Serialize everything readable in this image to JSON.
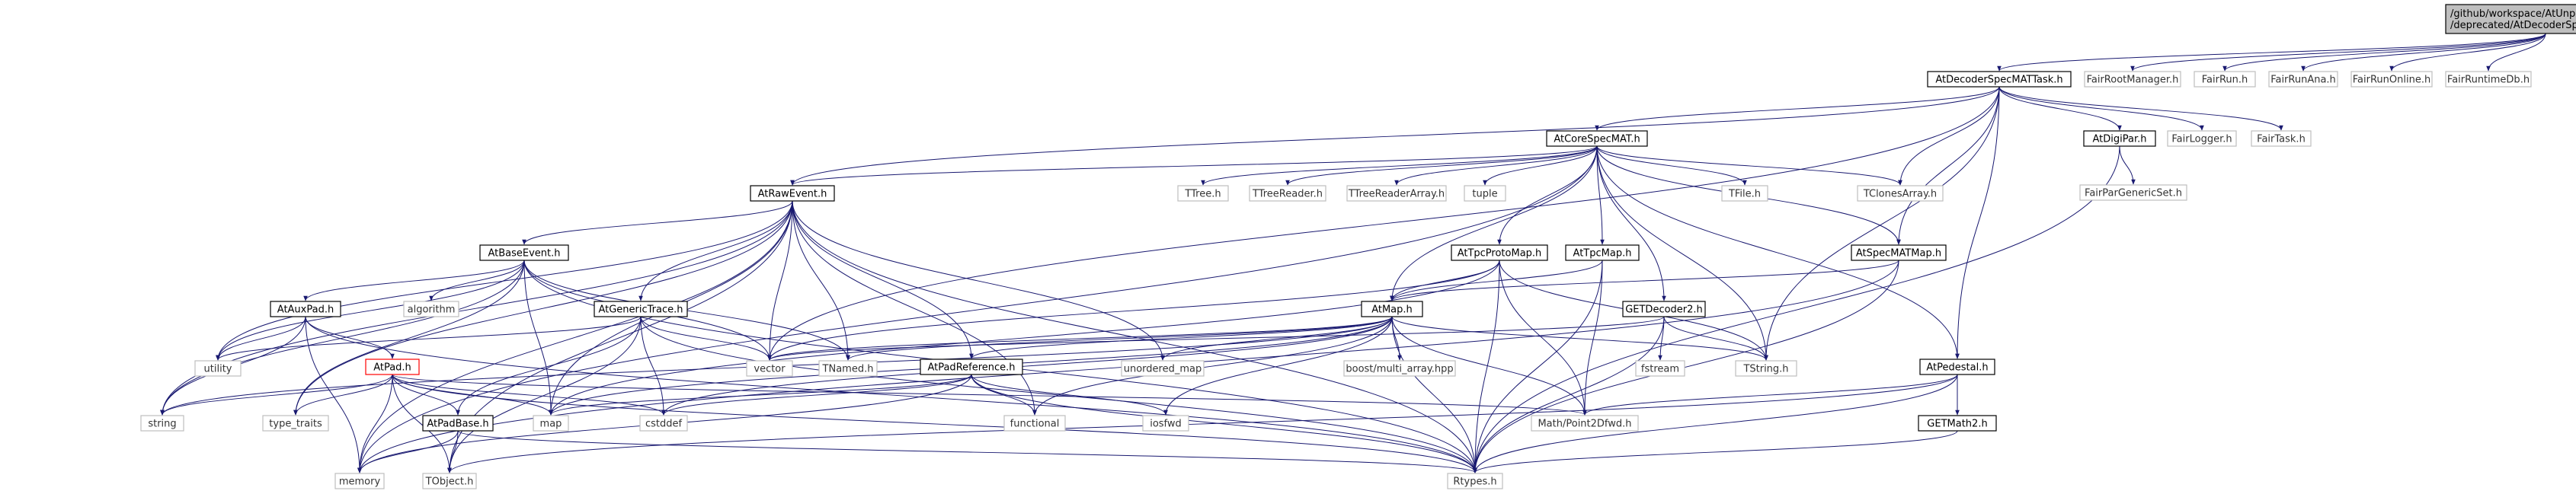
{
  "nodes": [
    {
      "id": "root",
      "lines": [
        "/github/workspace/AtUnpack",
        "/deprecated/AtDecoderSpecMATTask.cxx"
      ],
      "style": "root"
    },
    {
      "id": "decoder",
      "lines": [
        "AtDecoderSpecMATTask.h"
      ],
      "style": "boxed"
    },
    {
      "id": "fairrootmanager",
      "lines": [
        "FairRootManager.h"
      ],
      "style": "plain"
    },
    {
      "id": "fairrun",
      "lines": [
        "FairRun.h"
      ],
      "style": "plain"
    },
    {
      "id": "fairrunana",
      "lines": [
        "FairRunAna.h"
      ],
      "style": "plain"
    },
    {
      "id": "fairrunonline",
      "lines": [
        "FairRunOnline.h"
      ],
      "style": "plain"
    },
    {
      "id": "fairruntimedb",
      "lines": [
        "FairRuntimeDb.h"
      ],
      "style": "plain"
    },
    {
      "id": "corespecmat",
      "lines": [
        "AtCoreSpecMAT.h"
      ],
      "style": "boxed"
    },
    {
      "id": "digipar",
      "lines": [
        "AtDigiPar.h"
      ],
      "style": "boxed"
    },
    {
      "id": "fairlogger",
      "lines": [
        "FairLogger.h"
      ],
      "style": "plain"
    },
    {
      "id": "fairtask",
      "lines": [
        "FairTask.h"
      ],
      "style": "plain"
    },
    {
      "id": "fairpargenericset",
      "lines": [
        "FairParGenericSet.h"
      ],
      "style": "plain"
    },
    {
      "id": "rawevent",
      "lines": [
        "AtRawEvent.h"
      ],
      "style": "boxed"
    },
    {
      "id": "ttree",
      "lines": [
        "TTree.h"
      ],
      "style": "plain"
    },
    {
      "id": "ttreereader",
      "lines": [
        "TTreeReader.h"
      ],
      "style": "plain"
    },
    {
      "id": "ttreereaderarray",
      "lines": [
        "TTreeReaderArray.h"
      ],
      "style": "plain"
    },
    {
      "id": "tuple",
      "lines": [
        "tuple"
      ],
      "style": "plain"
    },
    {
      "id": "tfile",
      "lines": [
        "TFile.h"
      ],
      "style": "plain"
    },
    {
      "id": "tclonesarray",
      "lines": [
        "TClonesArray.h"
      ],
      "style": "plain"
    },
    {
      "id": "baseevent",
      "lines": [
        "AtBaseEvent.h"
      ],
      "style": "boxed"
    },
    {
      "id": "tpcprotomap",
      "lines": [
        "AtTpcProtoMap.h"
      ],
      "style": "boxed"
    },
    {
      "id": "tpcmap",
      "lines": [
        "AtTpcMap.h"
      ],
      "style": "boxed"
    },
    {
      "id": "specmatmap",
      "lines": [
        "AtSpecMATMap.h"
      ],
      "style": "boxed"
    },
    {
      "id": "auxpad",
      "lines": [
        "AtAuxPad.h"
      ],
      "style": "boxed"
    },
    {
      "id": "algorithm",
      "lines": [
        "algorithm"
      ],
      "style": "plain"
    },
    {
      "id": "generictrace",
      "lines": [
        "AtGenericTrace.h"
      ],
      "style": "boxed"
    },
    {
      "id": "atmap",
      "lines": [
        "AtMap.h"
      ],
      "style": "boxed"
    },
    {
      "id": "getdecoder2",
      "lines": [
        "GETDecoder2.h"
      ],
      "style": "boxed"
    },
    {
      "id": "atpad",
      "lines": [
        "AtPad.h"
      ],
      "style": "red"
    },
    {
      "id": "utility",
      "lines": [
        "utility"
      ],
      "style": "plain"
    },
    {
      "id": "vector",
      "lines": [
        "vector"
      ],
      "style": "plain"
    },
    {
      "id": "tnamed",
      "lines": [
        "TNamed.h"
      ],
      "style": "plain"
    },
    {
      "id": "unorderedmap",
      "lines": [
        "unordered_map"
      ],
      "style": "plain"
    },
    {
      "id": "boostmultiarray",
      "lines": [
        "boost/multi_array.hpp"
      ],
      "style": "plain"
    },
    {
      "id": "fstream",
      "lines": [
        "fstream"
      ],
      "style": "plain"
    },
    {
      "id": "tstring",
      "lines": [
        "TString.h"
      ],
      "style": "plain"
    },
    {
      "id": "padreference",
      "lines": [
        "AtPadReference.h"
      ],
      "style": "boxed"
    },
    {
      "id": "pedestal",
      "lines": [
        "AtPedestal.h"
      ],
      "style": "boxed"
    },
    {
      "id": "string",
      "lines": [
        "string"
      ],
      "style": "plain"
    },
    {
      "id": "typetraits",
      "lines": [
        "type_traits"
      ],
      "style": "plain"
    },
    {
      "id": "map",
      "lines": [
        "map"
      ],
      "style": "plain"
    },
    {
      "id": "cstddef",
      "lines": [
        "cstddef"
      ],
      "style": "plain"
    },
    {
      "id": "padbase",
      "lines": [
        "AtPadBase.h"
      ],
      "style": "boxed"
    },
    {
      "id": "functional",
      "lines": [
        "functional"
      ],
      "style": "plain"
    },
    {
      "id": "iosfwd",
      "lines": [
        "iosfwd"
      ],
      "style": "plain"
    },
    {
      "id": "point2dfwd",
      "lines": [
        "Math/Point2Dfwd.h"
      ],
      "style": "plain"
    },
    {
      "id": "getmath2",
      "lines": [
        "GETMath2.h"
      ],
      "style": "boxed"
    },
    {
      "id": "memory",
      "lines": [
        "memory"
      ],
      "style": "plain"
    },
    {
      "id": "tobject",
      "lines": [
        "TObject.h"
      ],
      "style": "plain"
    },
    {
      "id": "rtypes",
      "lines": [
        "Rtypes.h"
      ],
      "style": "plain"
    }
  ],
  "edges": [
    [
      "root",
      "decoder"
    ],
    [
      "root",
      "fairrootmanager"
    ],
    [
      "root",
      "fairrun"
    ],
    [
      "root",
      "fairrunana"
    ],
    [
      "root",
      "fairrunonline"
    ],
    [
      "root",
      "fairruntimedb"
    ],
    [
      "decoder",
      "corespecmat"
    ],
    [
      "decoder",
      "digipar"
    ],
    [
      "decoder",
      "fairlogger"
    ],
    [
      "decoder",
      "fairtask"
    ],
    [
      "decoder",
      "rawevent"
    ],
    [
      "decoder",
      "tclonesarray"
    ],
    [
      "decoder",
      "specmatmap"
    ],
    [
      "decoder",
      "pedestal"
    ],
    [
      "decoder",
      "tstring"
    ],
    [
      "decoder",
      "vector"
    ],
    [
      "digipar",
      "fairpargenericset"
    ],
    [
      "digipar",
      "rtypes"
    ],
    [
      "corespecmat",
      "rawevent"
    ],
    [
      "corespecmat",
      "ttree"
    ],
    [
      "corespecmat",
      "ttreereader"
    ],
    [
      "corespecmat",
      "ttreereaderarray"
    ],
    [
      "corespecmat",
      "tuple"
    ],
    [
      "corespecmat",
      "tfile"
    ],
    [
      "corespecmat",
      "tclonesarray"
    ],
    [
      "corespecmat",
      "tpcprotomap"
    ],
    [
      "corespecmat",
      "tpcmap"
    ],
    [
      "corespecmat",
      "specmatmap"
    ],
    [
      "corespecmat",
      "getdecoder2"
    ],
    [
      "corespecmat",
      "pedestal"
    ],
    [
      "corespecmat",
      "tstring"
    ],
    [
      "corespecmat",
      "atmap"
    ],
    [
      "corespecmat",
      "memory"
    ],
    [
      "rawevent",
      "baseevent"
    ],
    [
      "rawevent",
      "generictrace"
    ],
    [
      "rawevent",
      "padreference"
    ],
    [
      "rawevent",
      "vector"
    ],
    [
      "rawevent",
      "map"
    ],
    [
      "rawevent",
      "unorderedmap"
    ],
    [
      "rawevent",
      "utility"
    ],
    [
      "rawevent",
      "string"
    ],
    [
      "rawevent",
      "typetraits"
    ],
    [
      "rawevent",
      "functional"
    ],
    [
      "rawevent",
      "rtypes"
    ],
    [
      "rawevent",
      "tobject"
    ],
    [
      "rawevent",
      "memory"
    ],
    [
      "rawevent",
      "tnamed"
    ],
    [
      "baseevent",
      "auxpad"
    ],
    [
      "baseevent",
      "algorithm"
    ],
    [
      "baseevent",
      "tnamed"
    ],
    [
      "baseevent",
      "vector"
    ],
    [
      "baseevent",
      "map"
    ],
    [
      "baseevent",
      "string"
    ],
    [
      "baseevent",
      "utility"
    ],
    [
      "baseevent",
      "rtypes"
    ],
    [
      "baseevent",
      "typetraits"
    ],
    [
      "auxpad",
      "atpad"
    ],
    [
      "auxpad",
      "utility"
    ],
    [
      "auxpad",
      "string"
    ],
    [
      "auxpad",
      "memory"
    ],
    [
      "auxpad",
      "rtypes"
    ],
    [
      "atpad",
      "padbase"
    ],
    [
      "atpad",
      "map"
    ],
    [
      "atpad",
      "memory"
    ],
    [
      "atpad",
      "string"
    ],
    [
      "atpad",
      "typetraits"
    ],
    [
      "atpad",
      "tobject"
    ],
    [
      "atpad",
      "rtypes"
    ],
    [
      "atpad",
      "point2dfwd"
    ],
    [
      "atpad",
      "cstddef"
    ],
    [
      "generictrace",
      "padbase"
    ],
    [
      "generictrace",
      "vector"
    ],
    [
      "generictrace",
      "cstddef"
    ],
    [
      "generictrace",
      "rtypes"
    ],
    [
      "generictrace",
      "utility"
    ],
    [
      "generictrace",
      "tobject"
    ],
    [
      "tpcprotomap",
      "atmap"
    ],
    [
      "tpcprotomap",
      "vector"
    ],
    [
      "tpcprotomap",
      "tstring"
    ],
    [
      "tpcprotomap",
      "point2dfwd"
    ],
    [
      "tpcprotomap",
      "rtypes"
    ],
    [
      "tpcprotomap",
      "map"
    ],
    [
      "tpcmap",
      "atmap"
    ],
    [
      "tpcmap",
      "point2dfwd"
    ],
    [
      "tpcmap",
      "rtypes"
    ],
    [
      "specmatmap",
      "atmap"
    ],
    [
      "specmatmap",
      "rtypes"
    ],
    [
      "specmatmap",
      "memory"
    ],
    [
      "atmap",
      "padreference"
    ],
    [
      "atmap",
      "tnamed"
    ],
    [
      "atmap",
      "unorderedmap"
    ],
    [
      "atmap",
      "boostmultiarray"
    ],
    [
      "atmap",
      "tstring"
    ],
    [
      "atmap",
      "point2dfwd"
    ],
    [
      "atmap",
      "rtypes"
    ],
    [
      "atmap",
      "map"
    ],
    [
      "atmap",
      "vector"
    ],
    [
      "atmap",
      "functional"
    ],
    [
      "atmap",
      "iosfwd"
    ],
    [
      "atmap",
      "string"
    ],
    [
      "atmap",
      "cstddef"
    ],
    [
      "getdecoder2",
      "fstream"
    ],
    [
      "getdecoder2",
      "tstring"
    ],
    [
      "getdecoder2",
      "rtypes"
    ],
    [
      "getdecoder2",
      "vector"
    ],
    [
      "padreference",
      "functional"
    ],
    [
      "padreference",
      "iosfwd"
    ],
    [
      "padreference",
      "map"
    ],
    [
      "padreference",
      "rtypes"
    ],
    [
      "padreference",
      "memory"
    ],
    [
      "padreference",
      "cstddef"
    ],
    [
      "padbase",
      "memory"
    ],
    [
      "padbase",
      "tobject"
    ],
    [
      "padbase",
      "rtypes"
    ],
    [
      "pedestal",
      "getmath2"
    ],
    [
      "pedestal",
      "rtypes"
    ],
    [
      "pedestal",
      "point2dfwd"
    ],
    [
      "pedestal",
      "tobject"
    ],
    [
      "getmath2",
      "rtypes"
    ]
  ]
}
